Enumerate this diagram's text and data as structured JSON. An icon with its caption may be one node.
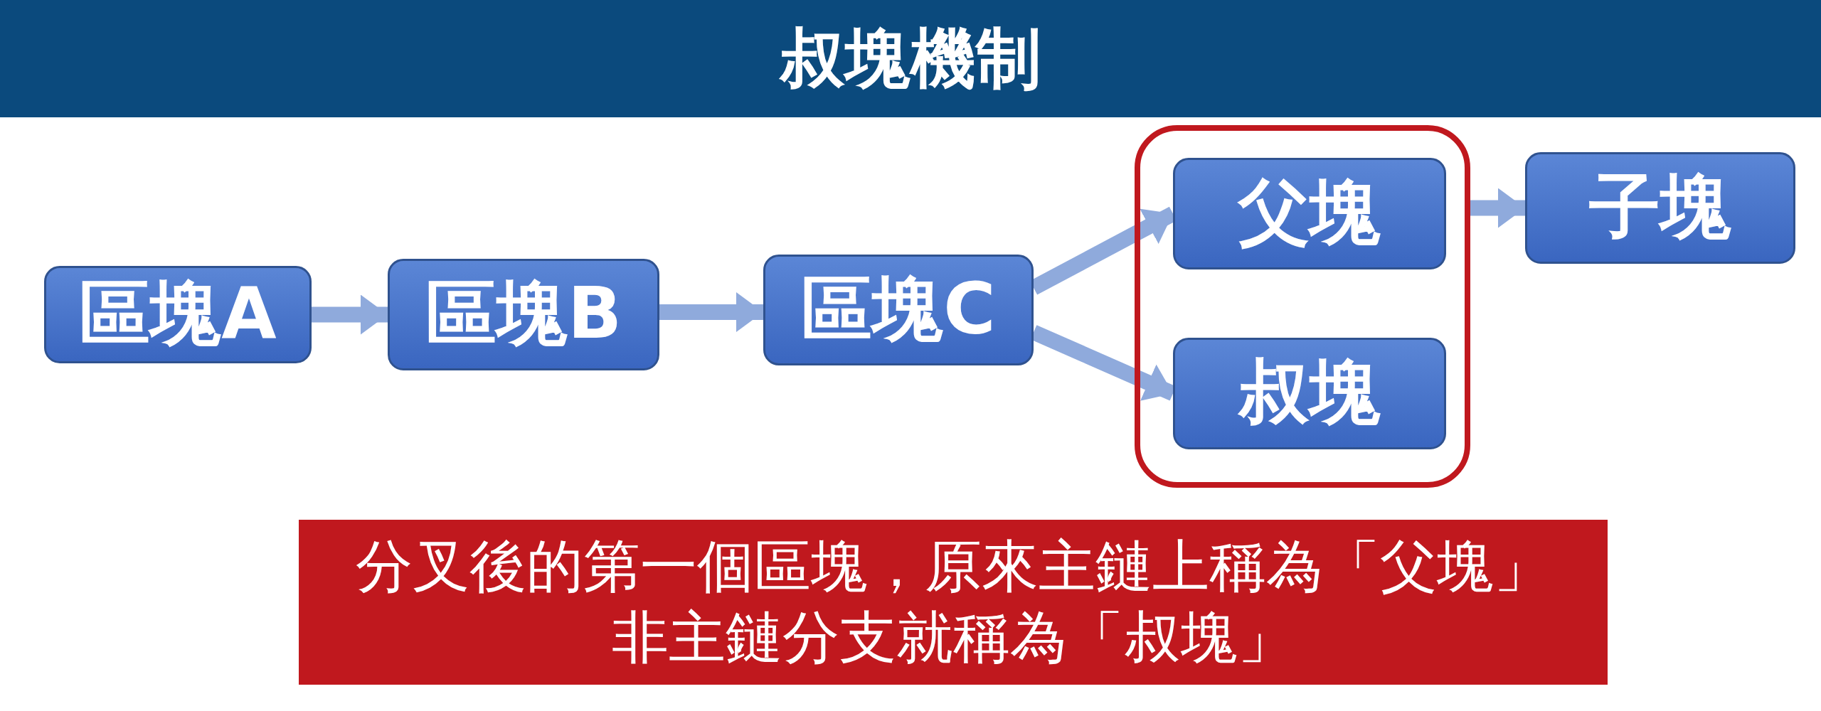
{
  "diagram": {
    "title": "叔塊機制",
    "nodes": [
      {
        "text": [
          "區塊A"
        ]
      },
      {
        "text": [
          "區塊B"
        ]
      },
      {
        "text": [
          "區塊C"
        ]
      },
      {
        "text": [],
        "shape": "box"
      },
      {
        "text": [
          "父塊"
        ],
        "in": 3
      },
      {
        "text": [
          "叔塊"
        ],
        "in": 3
      },
      {
        "text": [
          "子塊"
        ]
      },
      {
        "text": [
          "分叉後的第一個區塊，原來主鏈上稱為「父塊」非主鏈分支就稱為「叔塊」"
        ]
      }
    ],
    "edges": [
      {
        "from": 0,
        "to": 1,
        "arrow": "to"
      },
      {
        "from": 1,
        "to": 2,
        "arrow": "to"
      },
      {
        "from": 2,
        "to": 4,
        "arrow": "to"
      },
      {
        "from": 2,
        "to": 5,
        "arrow": "to"
      },
      {
        "from": 3,
        "to": 6,
        "arrow": "to"
      }
    ]
  }
}
